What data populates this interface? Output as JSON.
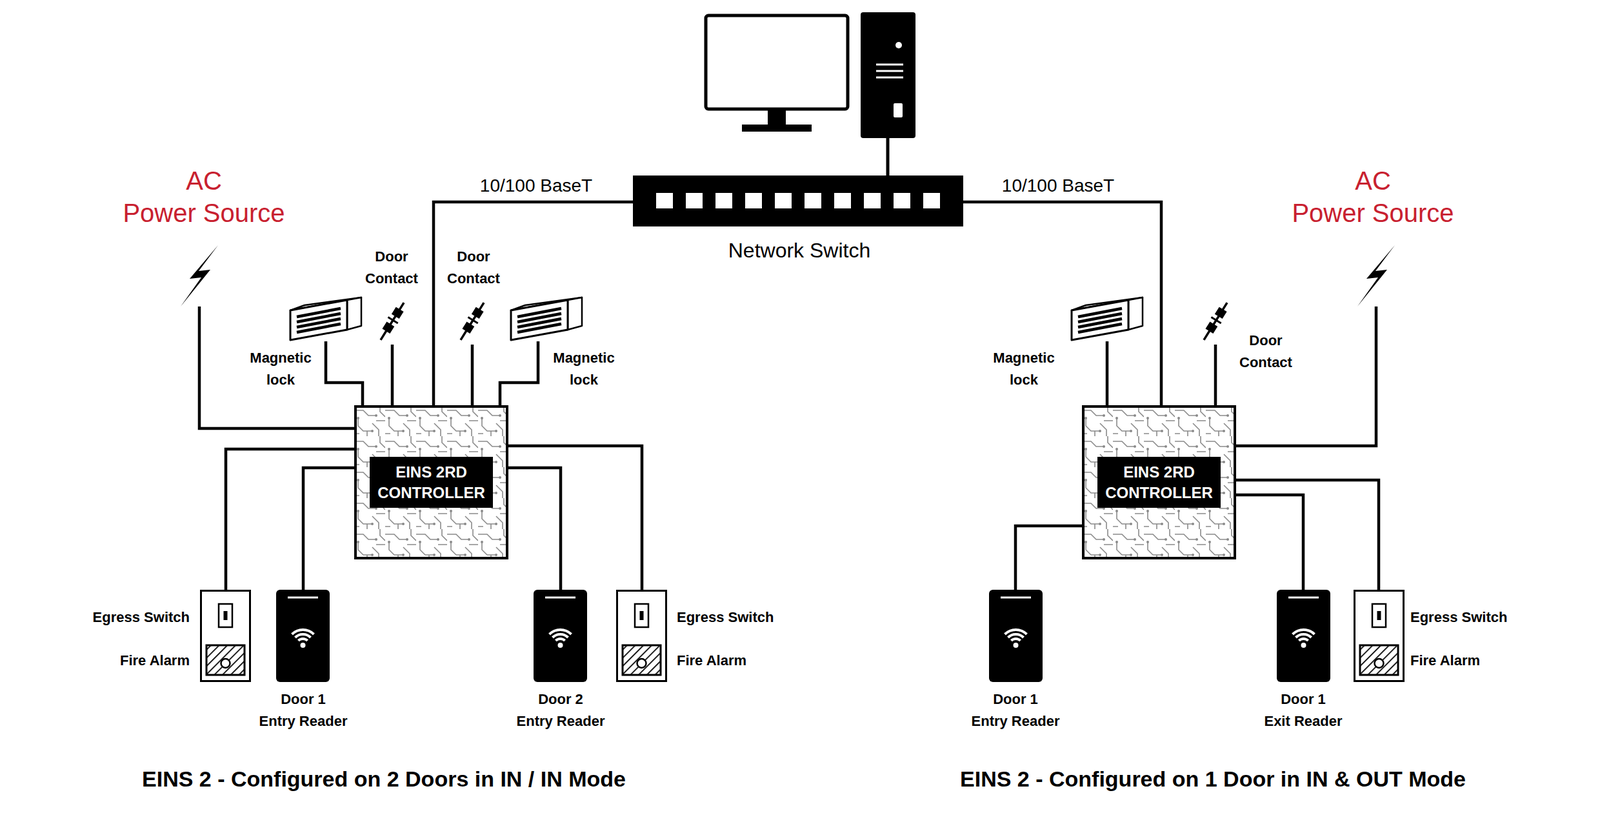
{
  "diagram": {
    "nodes": [
      {
        "text": [
          "Network Switch"
        ]
      },
      {
        "text": [
          "AC Power Source"
        ]
      },
      {
        "text": [
          "Magnetic lock"
        ]
      },
      {
        "text": [
          "Door Contact"
        ]
      },
      {
        "text": [
          "Door Contact"
        ]
      },
      {
        "text": [
          "Magnetic lock"
        ]
      },
      {
        "text": [
          "EINS 2RD CONTROLLER"
        ]
      },
      {
        "text": [
          "Egress Switch",
          "Fire Alarm"
        ]
      },
      {
        "text": [
          "Door 1 Entry Reader"
        ]
      },
      {
        "text": [
          "Door 2 Entry Reader"
        ]
      },
      {
        "text": [
          "Egress Switch",
          "Fire Alarm"
        ]
      },
      {
        "text": [
          "AC Power Source"
        ]
      },
      {
        "text": [
          "Magnetic lock"
        ]
      },
      {
        "text": [
          "Door Contact"
        ]
      },
      {
        "text": [
          "EINS 2RD CONTROLLER"
        ]
      },
      {
        "text": [
          "Door 1 Entry Reader"
        ]
      },
      {
        "text": [
          "Door 1 Exit Reader"
        ]
      },
      {
        "text": [
          "Egress Switch",
          "Fire Alarm"
        ]
      }
    ],
    "edges": [
      {
        "from": 6,
        "to": 0,
        "label": "10/100 BaseT",
        "arrow": "none"
      },
      {
        "from": 14,
        "to": 0,
        "label": "10/100 BaseT",
        "arrow": "none"
      },
      {
        "from": 1,
        "to": 6,
        "arrow": "none"
      },
      {
        "from": 2,
        "to": 6,
        "arrow": "none"
      },
      {
        "from": 3,
        "to": 6,
        "arrow": "none"
      },
      {
        "from": 4,
        "to": 6,
        "arrow": "none"
      },
      {
        "from": 5,
        "to": 6,
        "arrow": "none"
      },
      {
        "from": 6,
        "to": 7,
        "arrow": "none"
      },
      {
        "from": 6,
        "to": 8,
        "arrow": "none"
      },
      {
        "from": 6,
        "to": 9,
        "arrow": "none"
      },
      {
        "from": 6,
        "to": 10,
        "arrow": "none"
      },
      {
        "from": 11,
        "to": 14,
        "arrow": "none"
      },
      {
        "from": 12,
        "to": 14,
        "arrow": "none"
      },
      {
        "from": 13,
        "to": 14,
        "arrow": "none"
      },
      {
        "from": 14,
        "to": 15,
        "arrow": "none"
      },
      {
        "from": 14,
        "to": 16,
        "arrow": "none"
      },
      {
        "from": 14,
        "to": 17,
        "arrow": "none"
      }
    ],
    "labels": [
      "EINS 2 - Configured on 2 Doors in IN / IN Mode",
      "EINS 2 - Configured on 1 Door in IN & OUT Mode"
    ]
  }
}
